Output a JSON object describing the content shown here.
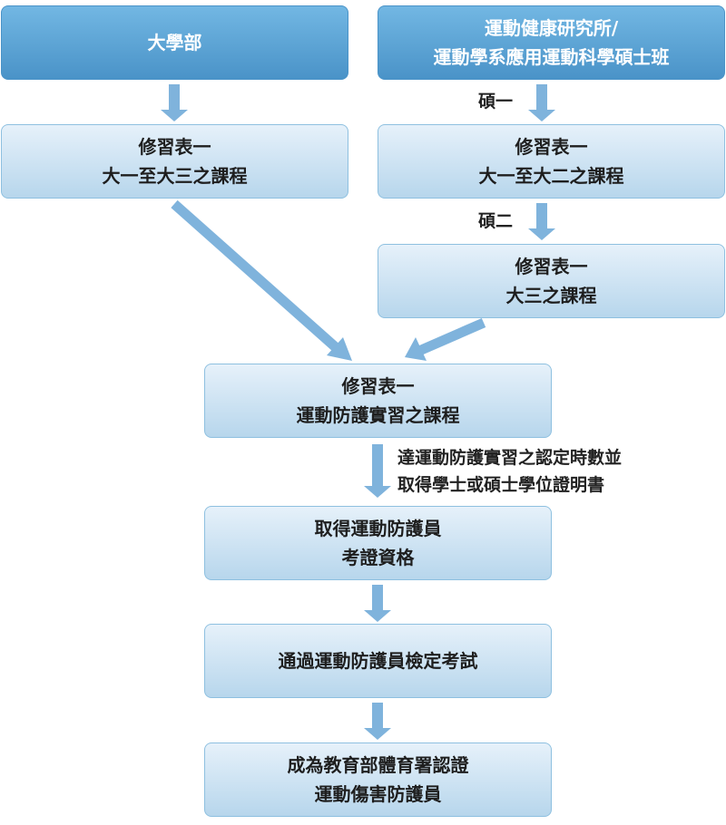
{
  "colors": {
    "header_top": "#72b7e3",
    "header_bottom": "#4a93c8",
    "step_top": "#e6f1fa",
    "step_bottom": "#b7d6ec",
    "arrow": "#7fb3dc"
  },
  "headers": {
    "undergrad": "大學部",
    "grad_line1": "運動健康研究所/",
    "grad_line2": "運動學系應用運動科學碩士班"
  },
  "labels": {
    "grad_year1": "碩一",
    "grad_year2": "碩二",
    "requirement_line1": "達運動防護實習之認定時數並",
    "requirement_line2": "取得學士或碩士學位證明書"
  },
  "steps": {
    "undergrad_courses": {
      "line1": "修習表一",
      "line2": "大一至大三之課程"
    },
    "grad_courses_y1": {
      "line1": "修習表一",
      "line2": "大一至大二之課程"
    },
    "grad_courses_y2": {
      "line1": "修習表一",
      "line2": "大三之課程"
    },
    "internship": {
      "line1": "修習表一",
      "line2": "運動防護實習之課程"
    },
    "eligibility": {
      "line1": "取得運動防護員",
      "line2": "考證資格"
    },
    "exam": {
      "line1": "通過運動防護員檢定考試"
    },
    "certified": {
      "line1": "成為教育部體育署認證",
      "line2": "運動傷害防護員"
    }
  }
}
